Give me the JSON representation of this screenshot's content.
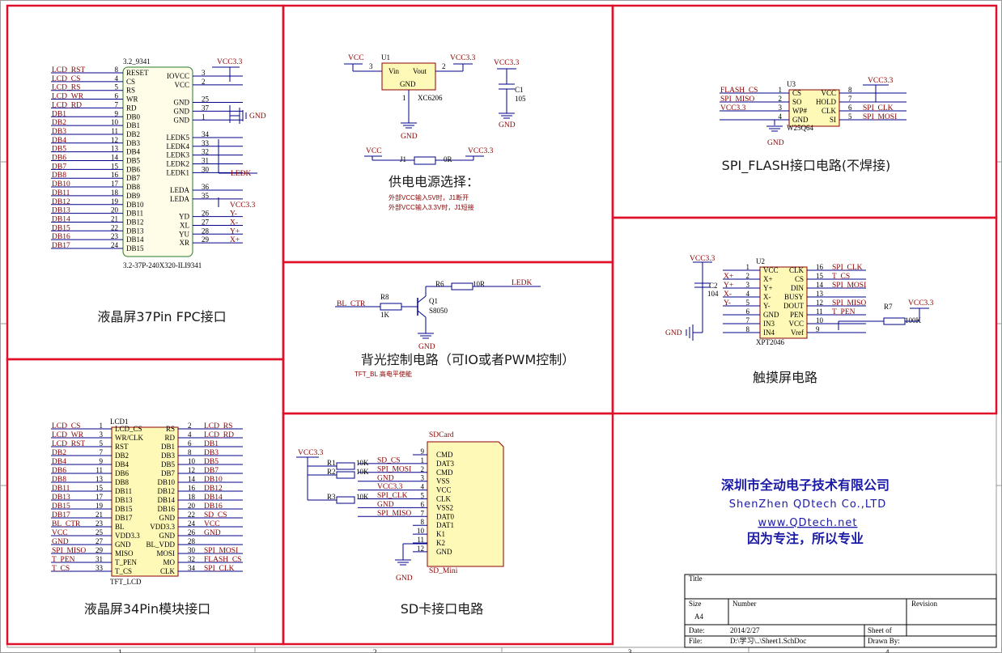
{
  "sections": {
    "fpc": "液晶屏37Pin FPC接口",
    "power": "供电电源选择：",
    "power_note1": "外部VCC输入5V时，J1断开",
    "power_note2": "外部VCC输入3.3V时，J1短接",
    "spi_flash": "SPI_FLASH接口电路(不焊接)",
    "backlight": "背光控制电路（可IO或者PWM控制）",
    "backlight_note": "TFT_BL 高电平使能",
    "touch": "触摸屏电路",
    "module34": "液晶屏34Pin模块接口",
    "sdcard": "SD卡接口电路"
  },
  "company": {
    "name_cn": "深圳市全动电子技术有限公司",
    "name_en": "ShenZhen QDtech Co.,LTD",
    "url": "www.QDtech.net",
    "slogan": "因为专注，所以专业"
  },
  "titleblock": {
    "title_label": "Title",
    "size_label": "Size",
    "size_value": "A4",
    "number_label": "Number",
    "revision_label": "Revision",
    "date_label": "Date:",
    "date_value": "2014/2/27",
    "sheet_label": "Sheet    of",
    "file_label": "File:",
    "file_value": "D:\\学习\\..\\Sheet1.SchDoc",
    "drawn_label": "Drawn By:"
  },
  "border_numbers": [
    "1",
    "2",
    "3",
    "4"
  ],
  "fpc": {
    "top_label": "3.2_9341",
    "bottom_label": "3.2-37P-240X320-ILI9341",
    "vcc_top": "VCC3.3",
    "gnd": "GND",
    "ledk": "LEDK",
    "vcc_leda": "VCC3.3",
    "left_nets": [
      "LCD_RST",
      "LCD_CS",
      "LCD_RS",
      "LCD_WR",
      "LCD_RD",
      "DB1",
      "DB2",
      "DB3",
      "DB4",
      "DB5",
      "DB6",
      "DB7",
      "DB8",
      "DB10",
      "DB11",
      "DB12",
      "DB13",
      "DB14",
      "DB15",
      "DB16",
      "DB17"
    ],
    "left_pins": [
      "8",
      "4",
      "5",
      "6",
      "7",
      "9",
      "10",
      "11",
      "12",
      "13",
      "14",
      "15",
      "16",
      "17",
      "18",
      "19",
      "20",
      "21",
      "22",
      "23",
      "24"
    ],
    "left_names": [
      "RESET",
      "CS",
      "RS",
      "WR",
      "RD",
      "DB0",
      "DB1",
      "DB2",
      "DB3",
      "DB4",
      "DB5",
      "DB6",
      "DB7",
      "DB8",
      "DB9",
      "DB10",
      "DB11",
      "DB12",
      "DB13",
      "DB14",
      "DB15"
    ],
    "right_names": [
      "IOVCC",
      "VCC",
      "",
      "GND",
      "GND",
      "GND",
      "",
      "LEDK5",
      "LEDK4",
      "LEDK3",
      "LEDK2",
      "LEDK1",
      "",
      "LEDA",
      "LEDA",
      "",
      "YD",
      "XL",
      "YU",
      "XR"
    ],
    "right_pins": [
      "3",
      "2",
      "",
      "25",
      "37",
      "1",
      "",
      "34",
      "33",
      "32",
      "31",
      "30",
      "",
      "36",
      "35",
      "",
      "26",
      "27",
      "28",
      "29"
    ],
    "right_nets": [
      "",
      "",
      "",
      "",
      "",
      "",
      "",
      "",
      "",
      "",
      "",
      "",
      "",
      "",
      "",
      "",
      "Y-",
      "X-",
      "Y+",
      "X+"
    ]
  },
  "power": {
    "u1": "U1",
    "u1_part": "XC6206",
    "vin": "Vin",
    "vout": "Vout",
    "gnd": "GND",
    "vcc": "VCC",
    "vcc33": "VCC3.3",
    "pin3": "3",
    "pin2": "2",
    "pin1": "1",
    "c1": "C1",
    "c1_val": "105",
    "j1": "J1",
    "j1_val": "0R"
  },
  "spi_flash": {
    "u3": "U3",
    "part": "W25Q64",
    "vcc33": "VCC3.3",
    "gnd": "GND",
    "left_nets": [
      "FLASH_CS",
      "SPI_MISO",
      "VCC3.3",
      ""
    ],
    "left_pins": [
      "1",
      "2",
      "3",
      "4"
    ],
    "left_names": [
      "CS",
      "SO",
      "WP#",
      "GND"
    ],
    "right_names": [
      "VCC",
      "HOLD",
      "CLK",
      "SI"
    ],
    "right_pins": [
      "8",
      "7",
      "6",
      "5"
    ],
    "right_nets": [
      "",
      "",
      "SPI_CLK",
      "SPI_MOSI"
    ]
  },
  "backlight": {
    "bl_ctr": "BL_CTR",
    "r8": "R8",
    "r8_val": "1K",
    "q1": "Q1",
    "q1_part": "S8050",
    "r6": "R6",
    "r6_val": "10R",
    "ledk": "LEDK",
    "gnd": "GND"
  },
  "touch": {
    "u2": "U2",
    "part": "XPT2046",
    "vcc33": "VCC3.3",
    "c2": "C2",
    "c2_val": "104",
    "gnd": "GND",
    "r7": "R7",
    "r7_val": "100K",
    "vcc33_r": "VCC3.3",
    "left_nets": [
      "",
      "X+",
      "Y+",
      "X-",
      "Y-",
      "",
      "",
      "",
      ""
    ],
    "left_pins": [
      "1",
      "2",
      "3",
      "4",
      "5",
      "6",
      "7",
      "8",
      ""
    ],
    "left_names": [
      "VCC",
      "X+",
      "Y+",
      "X-",
      "Y-",
      "GND",
      "IN3",
      "IN4",
      ""
    ],
    "right_names": [
      "CLK",
      "CS",
      "DIN",
      "BUSY",
      "DOUT",
      "PEN",
      "VCC",
      "Vref"
    ],
    "right_pins": [
      "16",
      "15",
      "14",
      "13",
      "12",
      "11",
      "10",
      "9"
    ],
    "right_nets": [
      "SPI_CLK",
      "T_CS",
      "SPI_MOSI",
      "",
      "SPI_MISO",
      "T_PEN",
      "",
      ""
    ]
  },
  "module34": {
    "lcd1": "LCD1",
    "part": "TFT_LCD",
    "left_nets": [
      "LCD_CS",
      "LCD_WR",
      "LCD_RST",
      "DB2",
      "DB4",
      "DB6",
      "DB8",
      "DB11",
      "DB13",
      "DB15",
      "DB17",
      "BL_CTR",
      "VCC",
      "GND",
      "SPI_MISO",
      "T_PEN",
      "T_CS"
    ],
    "left_pins": [
      "1",
      "3",
      "5",
      "7",
      "9",
      "11",
      "13",
      "15",
      "17",
      "19",
      "21",
      "23",
      "25",
      "27",
      "29",
      "31",
      "33"
    ],
    "left_names": [
      "LCD_CS",
      "WR/CLK",
      "RST",
      "DB2",
      "DB4",
      "DB6",
      "DB8",
      "DB11",
      "DB13",
      "DB15",
      "DB17",
      "BL",
      "VDD3.3",
      "GND",
      "MISO",
      "T_PEN",
      "T_CS"
    ],
    "right_names": [
      "RS",
      "RD",
      "DB1",
      "DB3",
      "DB5",
      "DB7",
      "DB10",
      "DB12",
      "DB14",
      "DB16",
      "GND",
      "VDD3.3",
      "GND",
      "BL_VDD",
      "MOSI",
      "MO",
      "CLK"
    ],
    "right_pins": [
      "2",
      "4",
      "6",
      "8",
      "10",
      "12",
      "14",
      "16",
      "18",
      "20",
      "22",
      "24",
      "26",
      "28",
      "30",
      "32",
      "34"
    ],
    "right_nets": [
      "LCD_RS",
      "LCD_RD",
      "DB1",
      "DB3",
      "DB5",
      "DB7",
      "DB10",
      "DB12",
      "DB14",
      "DB16",
      "SD_CS",
      "VCC",
      "GND",
      "",
      "SPI_MOSI",
      "FLASH_CS",
      "SPI_CLK"
    ]
  },
  "sdcard": {
    "label": "SDCard",
    "part": "SD_Mini",
    "vcc33": "VCC3.3",
    "gnd": "GND",
    "resistors": [
      {
        "ref": "R1",
        "val": "10K"
      },
      {
        "ref": "R2",
        "val": "10K"
      },
      {
        "ref": "R3",
        "val": "10K"
      }
    ],
    "nets": [
      "SD_CS",
      "SPI_MOSI",
      "GND",
      "VCC3.3",
      "SPI_CLK",
      "GND",
      "SPI_MISO",
      "",
      "",
      "",
      ""
    ],
    "pins": [
      "9",
      "1",
      "2",
      "3",
      "4",
      "5",
      "6",
      "7",
      "8",
      "10",
      "11",
      "12"
    ],
    "names": [
      "CMD",
      "DAT3",
      "CMD",
      "VSS",
      "VCC",
      "CLK",
      "VSS2",
      "DAT0",
      "DAT1",
      "K1",
      "K2",
      "GND"
    ]
  }
}
